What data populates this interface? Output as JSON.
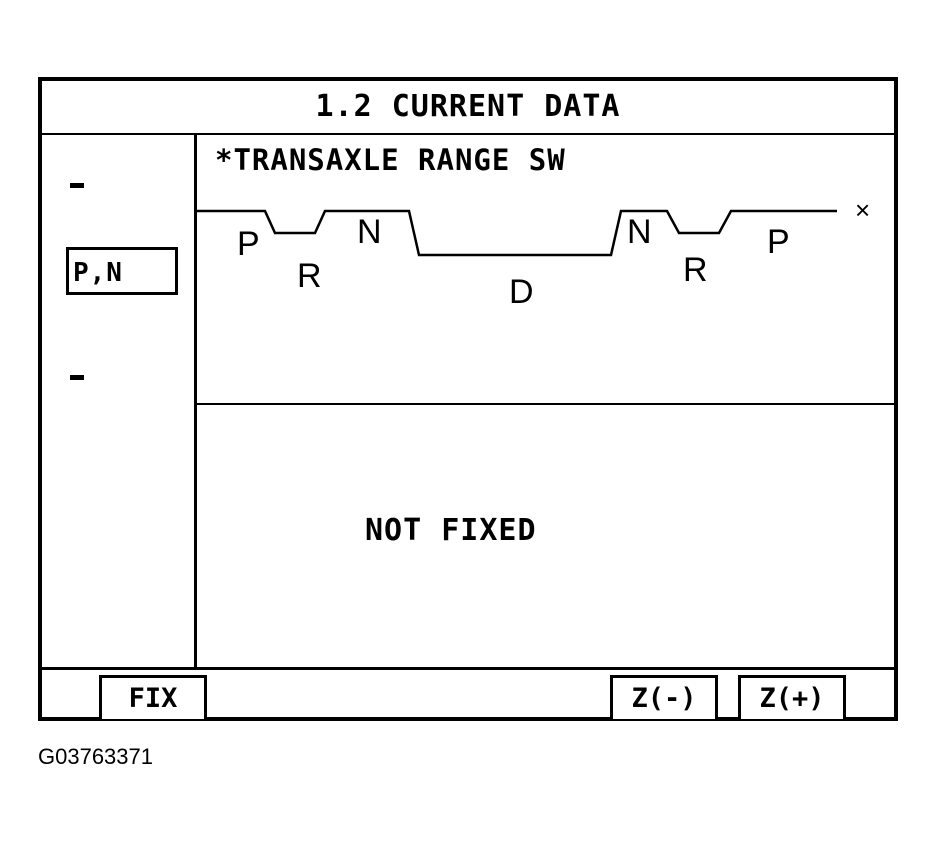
{
  "screen": {
    "title": "1.2 CURRENT DATA",
    "left_panel": {
      "upper_marker": "-",
      "current_value": "P,N",
      "lower_marker": "-"
    },
    "signal": {
      "name": "*TRANSAXLE RANGE SW",
      "end_marker": "×",
      "waveform_labels": [
        "P",
        "R",
        "N",
        "D",
        "N",
        "R",
        "P"
      ]
    },
    "status_text": "NOT FIXED",
    "softkeys": {
      "fix": "FIX",
      "zoom_out": "Z(-)",
      "zoom_in": "Z(+)"
    }
  },
  "figure_id": "G03763371",
  "colors": {
    "foreground": "#000000",
    "background": "#ffffff"
  }
}
